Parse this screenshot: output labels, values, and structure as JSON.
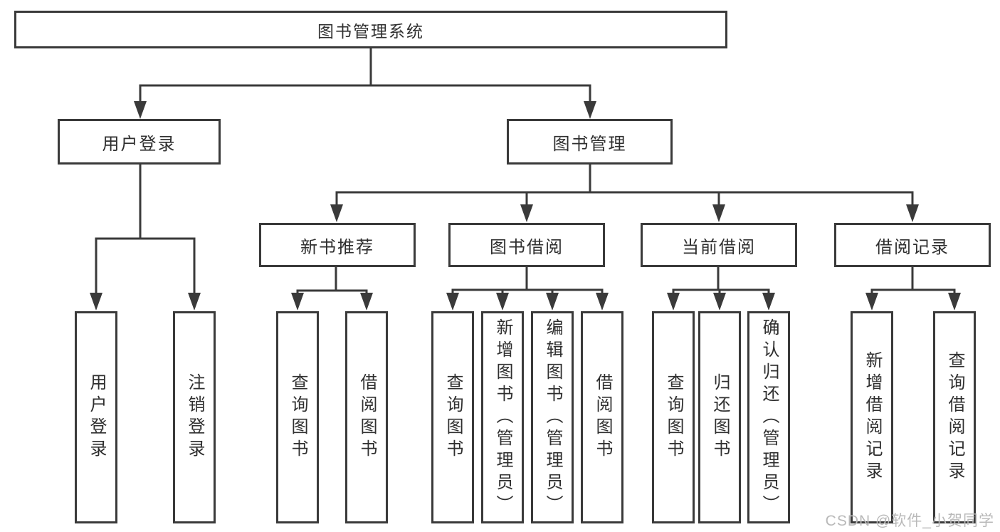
{
  "diagram": {
    "root": {
      "label": "图书管理系统"
    },
    "branches": [
      {
        "label": "用户登录",
        "children": [
          "用户登录",
          "注销登录"
        ]
      },
      {
        "label": "图书管理",
        "sections": [
          {
            "label": "新书推荐",
            "children": [
              "查询图书",
              "借阅图书"
            ]
          },
          {
            "label": "图书借阅",
            "children": [
              "查询图书",
              "新增图书（管理员）",
              "编辑图书（管理员）",
              "借阅图书"
            ]
          },
          {
            "label": "当前借阅",
            "children": [
              "查询图书",
              "归还图书",
              "确认归还（管理员）"
            ]
          },
          {
            "label": "借阅记录",
            "children": [
              "新增借阅记录",
              "查询借阅记录"
            ]
          }
        ]
      }
    ]
  },
  "watermark": "CSDN @软件_小贺同学",
  "colors": {
    "line": "#3a3a3a",
    "text": "#2f2f2f",
    "box_background": "#ffffff",
    "watermark": "#b9b9b9",
    "background": "#ffffff"
  }
}
